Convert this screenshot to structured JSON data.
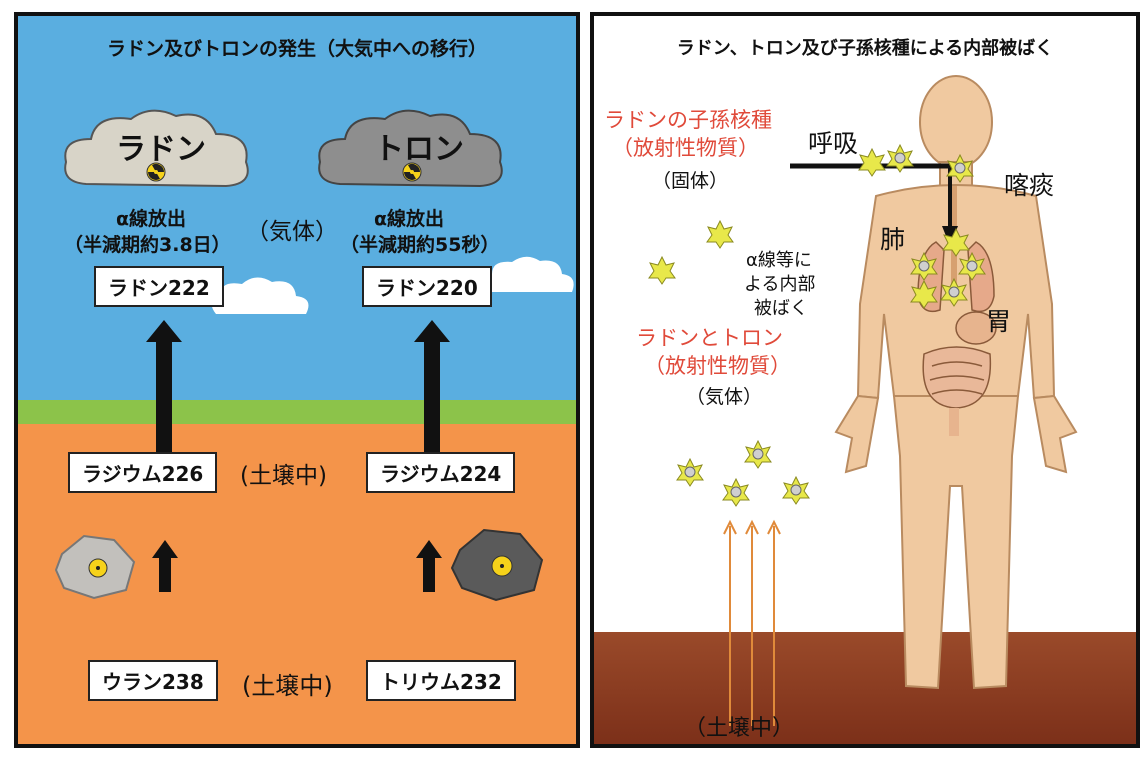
{
  "left": {
    "title": "ラドン及びトロンの発生（大気中への移行）",
    "radon_cloud": "ラドン",
    "thoron_cloud": "トロン",
    "gas": "（気体）",
    "radon_alpha": "α線放出",
    "radon_halflife": "（半減期約3.8日）",
    "thoron_alpha": "α線放出",
    "thoron_halflife": "（半減期約55秒）",
    "radon222": "ラドン222",
    "radon220": "ラドン220",
    "radium226": "ラジウム226",
    "radium224": "ラジウム224",
    "soil_mid": "(土壌中)",
    "uranium238": "ウラン238",
    "thorium232": "トリウム232",
    "soil_bottom": "(土壌中)"
  },
  "right": {
    "title": "ラドン、トロン及び子孫核種による内部被ばく",
    "progeny_line1": "ラドンの子孫核種",
    "progeny_line2": "（放射性物質）",
    "solid": "（固体）",
    "breathing": "呼吸",
    "sputum": "喀痰",
    "lung": "肺",
    "stomach": "胃",
    "internal_line1": "α線等に",
    "internal_line2": "よる内部",
    "internal_line3": "被ばく",
    "rn_tn_line1": "ラドンとトロン",
    "rn_tn_line2": "（放射性物質）",
    "gas": "（気体）",
    "soil": "（土壌中）"
  },
  "colors": {
    "sky": "#5aaee0",
    "grass": "#8cc34a",
    "soil": "#f4944a",
    "ground_brown": "#8b3a22",
    "skin": "#f0c9a0",
    "red_text": "#e04a3a",
    "star": "#e8e84a"
  }
}
